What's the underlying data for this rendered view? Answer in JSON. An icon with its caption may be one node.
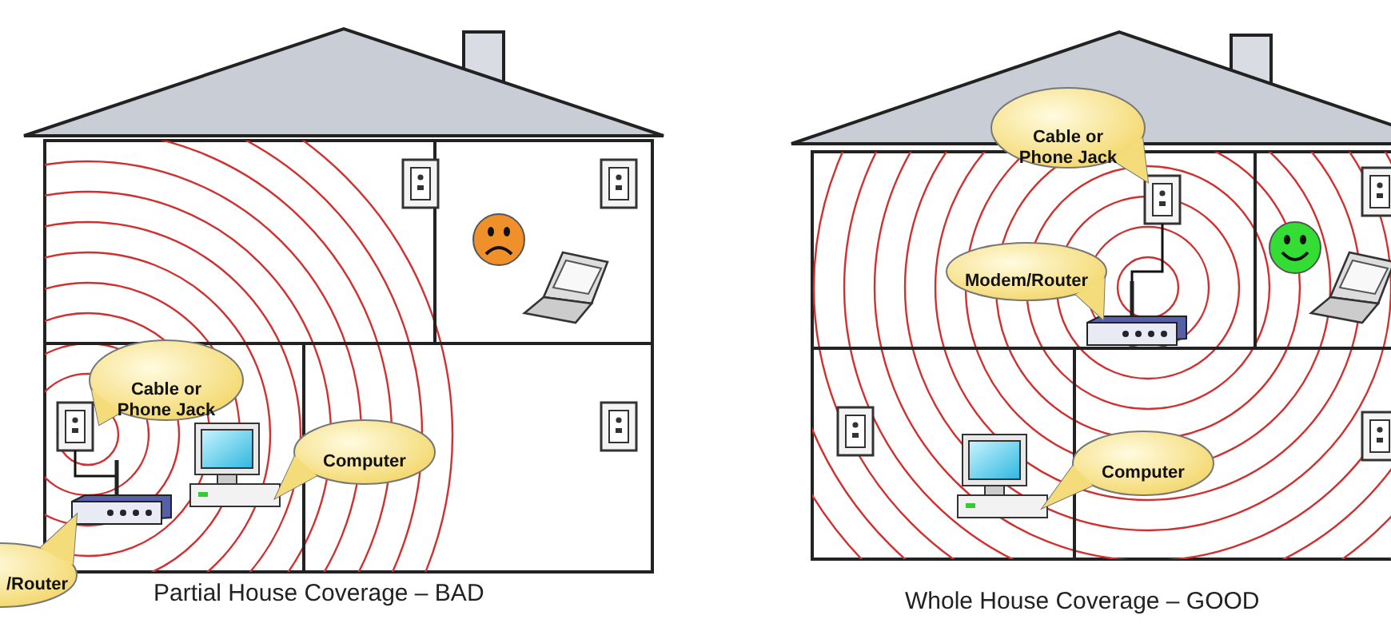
{
  "diagram": {
    "nodes": [
      {
        "text": [
          "Cable or Phone Jack"
        ]
      },
      {
        "text": [
          "Computer"
        ]
      },
      {
        "text": [
          "/Router"
        ]
      },
      {
        "text": [
          "Cable or Phone Jack"
        ]
      },
      {
        "text": [
          "Modem/Router"
        ]
      },
      {
        "text": [
          "Computer"
        ]
      }
    ],
    "labels": [
      "Partial House Coverage – BAD",
      "Whole House Coverage – GOOD"
    ]
  }
}
